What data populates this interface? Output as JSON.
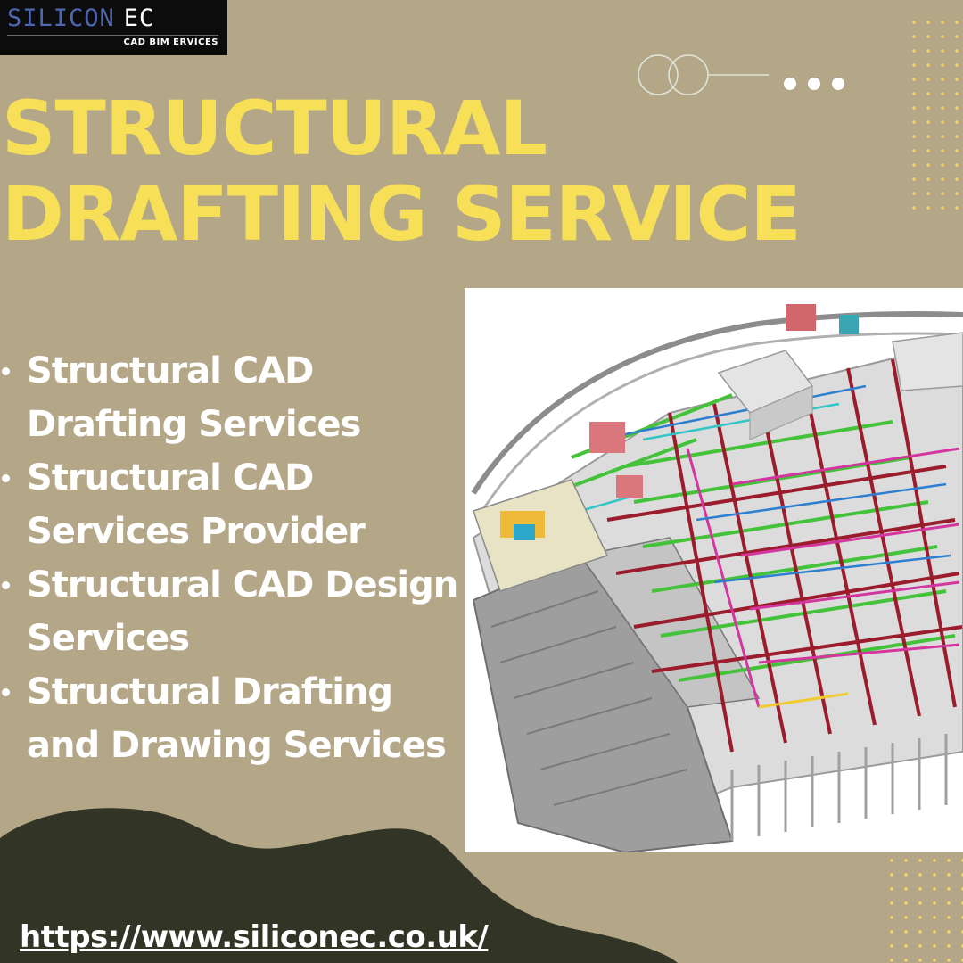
{
  "brand": {
    "name_part1": "SILICON",
    "name_part2": "EC",
    "tagline": "CAD BIM ERVICES"
  },
  "headline": {
    "line1": "STRUCTURAL",
    "line2": "DRAFTING SERVICE"
  },
  "services": [
    "Structural CAD Drafting Services",
    "Structural CAD Services Provider",
    "Structural CAD Design Services",
    "Structural Drafting and Drawing Services"
  ],
  "website": "https://www.siliconec.co.uk/",
  "illustration": {
    "icon": "structural-3d-cad-model-icon"
  },
  "colors": {
    "background": "#b3a788",
    "headline": "#f7df58",
    "text": "#ffffff",
    "blob": "#323526",
    "logo_bg": "#0c0c0c",
    "logo_blue": "#4f67b0"
  }
}
